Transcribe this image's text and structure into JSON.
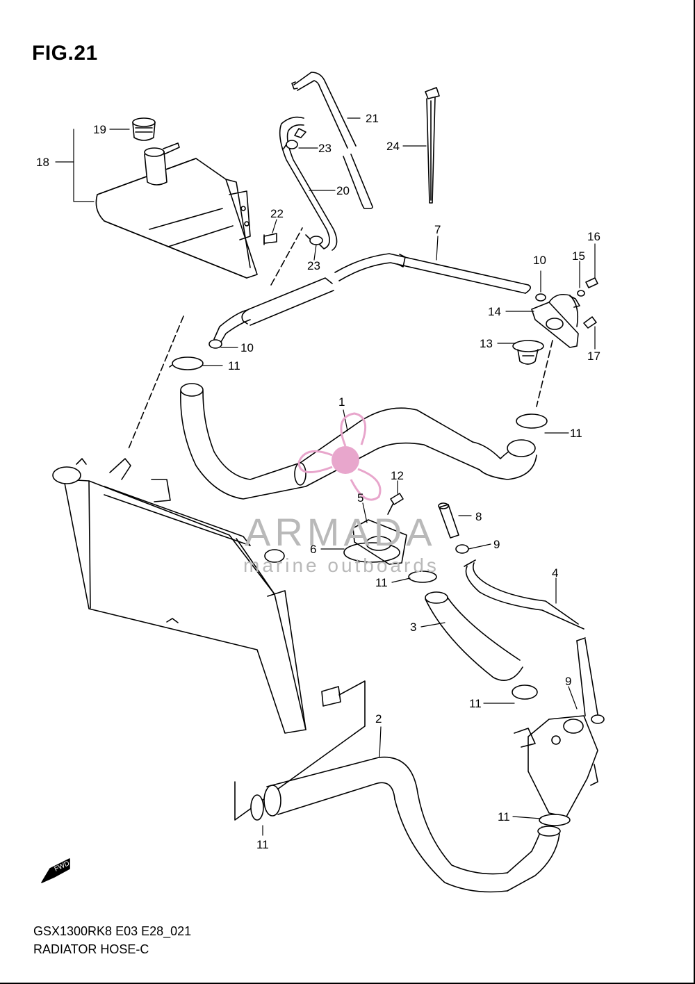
{
  "figure": {
    "title": "FIG.21",
    "code": "GSX1300RK8 E03 E28_021",
    "name": "RADIATOR HOSE-C"
  },
  "watermark": {
    "brand": "ARMADA",
    "tagline": "marine outboards",
    "color": "#e8a6cc"
  },
  "fwd_label": "FWD",
  "callouts": [
    {
      "id": "1",
      "label": "1"
    },
    {
      "id": "2",
      "label": "2"
    },
    {
      "id": "3",
      "label": "3"
    },
    {
      "id": "4",
      "label": "4"
    },
    {
      "id": "5",
      "label": "5"
    },
    {
      "id": "6",
      "label": "6"
    },
    {
      "id": "7",
      "label": "7"
    },
    {
      "id": "8",
      "label": "8"
    },
    {
      "id": "9a",
      "label": "9"
    },
    {
      "id": "9b",
      "label": "9"
    },
    {
      "id": "10a",
      "label": "10"
    },
    {
      "id": "10b",
      "label": "10"
    },
    {
      "id": "11a",
      "label": "11"
    },
    {
      "id": "11b",
      "label": "11"
    },
    {
      "id": "11c",
      "label": "11"
    },
    {
      "id": "11d",
      "label": "11"
    },
    {
      "id": "11e",
      "label": "11"
    },
    {
      "id": "11f",
      "label": "11"
    },
    {
      "id": "12",
      "label": "12"
    },
    {
      "id": "13",
      "label": "13"
    },
    {
      "id": "14",
      "label": "14"
    },
    {
      "id": "15",
      "label": "15"
    },
    {
      "id": "16",
      "label": "16"
    },
    {
      "id": "17",
      "label": "17"
    },
    {
      "id": "18",
      "label": "18"
    },
    {
      "id": "19",
      "label": "19"
    },
    {
      "id": "20",
      "label": "20"
    },
    {
      "id": "21",
      "label": "21"
    },
    {
      "id": "22",
      "label": "22"
    },
    {
      "id": "23a",
      "label": "23"
    },
    {
      "id": "23b",
      "label": "23"
    },
    {
      "id": "24",
      "label": "24"
    }
  ]
}
